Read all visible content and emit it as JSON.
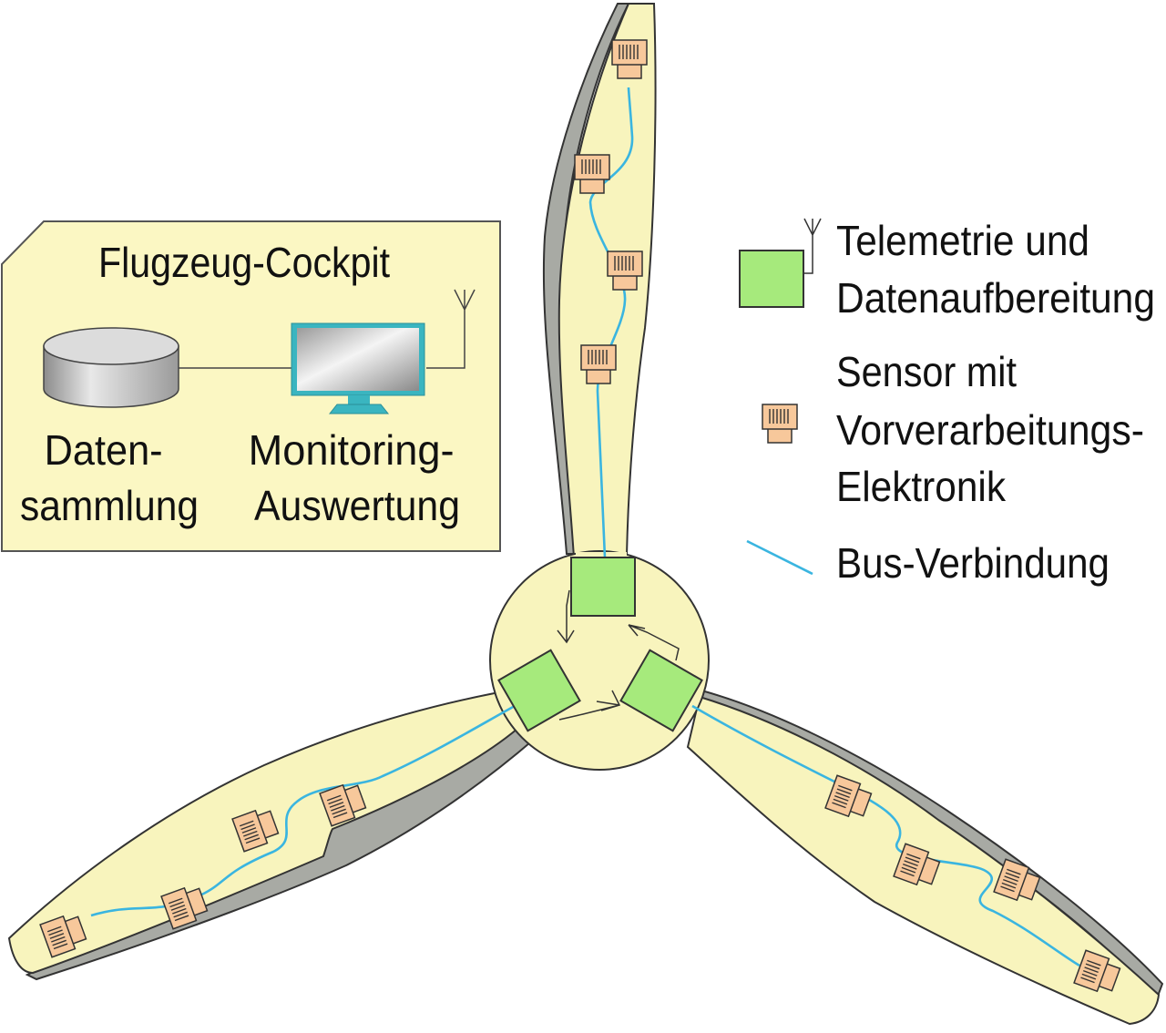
{
  "cockpit": {
    "title": "Flugzeug-Cockpit",
    "datasammlung": [
      "Daten-",
      "sammlung"
    ],
    "monitoring": [
      "Monitoring-",
      "Auswertung"
    ]
  },
  "legend": {
    "telemetry": [
      "Telemetrie und",
      "Datenaufbereitung"
    ],
    "sensor": [
      "Sensor mit",
      "Vorverarbeitungs-",
      "Elektronik"
    ],
    "bus": [
      "Bus-Verbindung"
    ]
  },
  "colors": {
    "blade_fill": "#f8f4bd",
    "blade_edge": "#a8aaa4",
    "hub_fill": "#f8f4bd",
    "telemetry": "#a6ea7c",
    "sensor": "#f7c89b",
    "bus": "#3ab5e0",
    "cockpit_bg": "#fbf7c3"
  }
}
